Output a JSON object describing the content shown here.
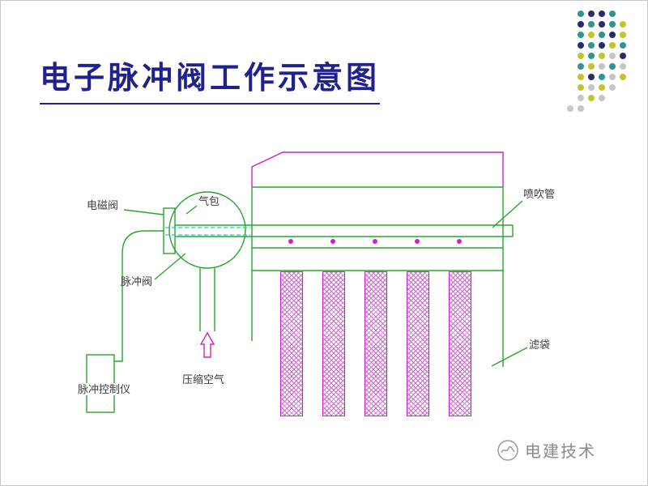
{
  "colors": {
    "title": "#20208e",
    "label": "#3c3c3c",
    "green": "#2aa52a",
    "magenta": "#cc22cc",
    "magenta_light": "#d06ad0",
    "cyan": "#29c8c8",
    "watermark": "#8a8a8a",
    "dot_teal": "#2f9494",
    "dot_navy": "#2a2a6e",
    "dot_yellow": "#c3c32e",
    "dot_gray": "#c6c6c6"
  },
  "title": {
    "text": "电子脉冲阀工作示意图"
  },
  "diagram": {
    "labels": {
      "solenoid_valve": "电磁阀",
      "air_tank": "气包",
      "pulse_valve": "脉冲阀",
      "blow_pipe": "喷吹管",
      "filter_bag": "滤袋",
      "pulse_controller": "脉冲控制仪",
      "compressed_air": "压缩空气"
    }
  },
  "watermark": {
    "text": "电建技术"
  },
  "decoration": {
    "dot_rows": [
      ".tnnt.",
      ".ntnty",
      ".tytny",
      ".ntnyt",
      ".ytygn",
      ".tygtg",
      ".yntgy",
      ".ygyg.",
      ".gyg..",
      "gg...."
    ]
  }
}
